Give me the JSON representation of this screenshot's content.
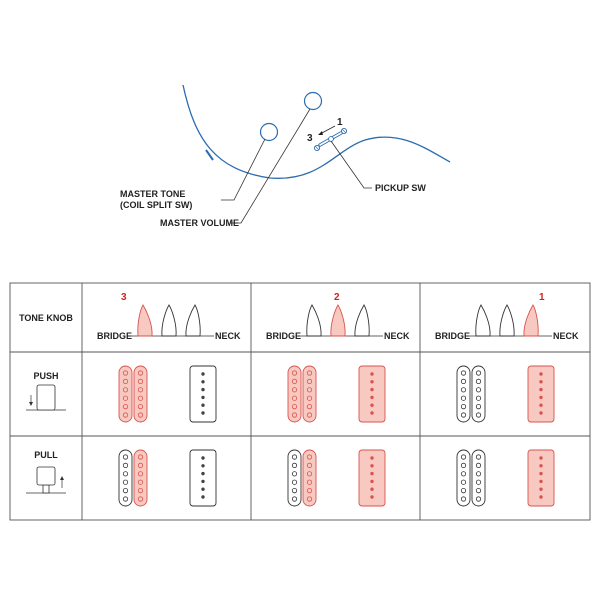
{
  "callouts": {
    "master_tone_line1": "MASTER TONE",
    "master_tone_line2": "(COIL SPLIT SW)",
    "master_volume": "MASTER VOLUME",
    "pickup_sw": "PICKUP SW",
    "switch_pos_1": "1",
    "switch_pos_3": "3"
  },
  "table": {
    "header_label": "TONE KNOB",
    "columns": [
      {
        "position": "3",
        "left_label": "BRIDGE",
        "right_label": "NECK",
        "selected_lever": 0
      },
      {
        "position": "2",
        "left_label": "BRIDGE",
        "right_label": "NECK",
        "selected_lever": 1
      },
      {
        "position": "1",
        "left_label": "BRIDGE",
        "right_label": "NECK",
        "selected_lever": 2
      }
    ],
    "rows": [
      {
        "label": "PUSH",
        "cells": [
          {
            "hum_left": true,
            "hum_right": true,
            "single": false
          },
          {
            "hum_left": true,
            "hum_right": true,
            "single": true
          },
          {
            "hum_left": false,
            "hum_right": false,
            "single": true
          }
        ]
      },
      {
        "label": "PULL",
        "cells": [
          {
            "hum_left": false,
            "hum_right": true,
            "single": false
          },
          {
            "hum_left": false,
            "hum_right": true,
            "single": true
          },
          {
            "hum_left": false,
            "hum_right": false,
            "single": true
          }
        ]
      }
    ]
  },
  "colors": {
    "guitar_outline": "#2b6cb0",
    "knob_outline": "#2b6cb0",
    "accent_red": "#d42020",
    "active_fill": "#f7c9c0",
    "active_stroke": "#d9534f",
    "inactive_stroke": "#333333",
    "grid": "#555555"
  }
}
